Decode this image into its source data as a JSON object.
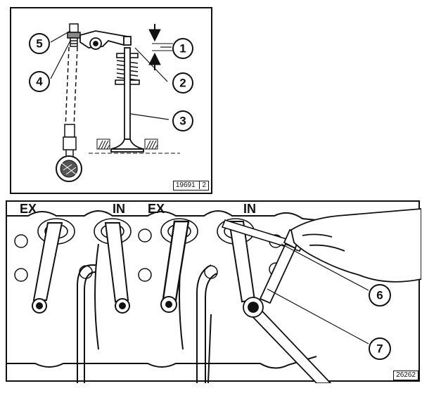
{
  "top_figure": {
    "reference": "19691",
    "sheet": "2",
    "callouts": [
      "1",
      "2",
      "3",
      "4",
      "5"
    ]
  },
  "bottom_figure": {
    "reference": "26262",
    "valve_labels": [
      "EX",
      "IN",
      "EX",
      "IN"
    ],
    "callouts": [
      "6",
      "7"
    ]
  }
}
